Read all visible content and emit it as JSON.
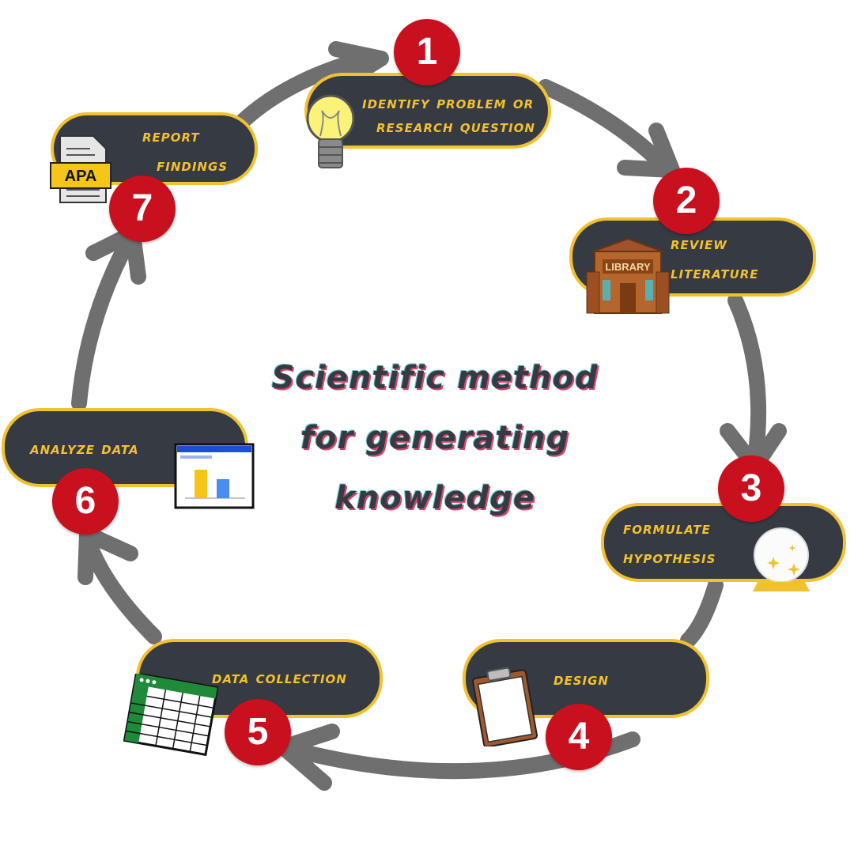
{
  "title_lines": [
    "Scientific method",
    "for generating",
    "knowledge"
  ],
  "steps": [
    {
      "number": "1",
      "label_lines": [
        "identify problem or",
        "Research question"
      ],
      "icon": "lightbulb-icon"
    },
    {
      "number": "2",
      "label_lines": [
        "Review",
        "literature"
      ],
      "icon": "library-icon"
    },
    {
      "number": "3",
      "label_lines": [
        "Formulate",
        "Hypothesis"
      ],
      "icon": "crystal-ball-icon"
    },
    {
      "number": "4",
      "label_lines": [
        "design"
      ],
      "icon": "clipboard-icon"
    },
    {
      "number": "5",
      "label_lines": [
        "data collection"
      ],
      "icon": "spreadsheet-icon"
    },
    {
      "number": "6",
      "label_lines": [
        "analyze data"
      ],
      "icon": "bar-chart-icon"
    },
    {
      "number": "7",
      "label_lines": [
        "report",
        "findings"
      ],
      "icon": "apa-document-icon"
    }
  ],
  "icon_text": {
    "library": "LIBRARY",
    "apa": "APA"
  },
  "colors": {
    "pill": "#363a43",
    "accent": "#f2c12e",
    "badge": "#c8101e",
    "arrow": "#6f6f6f"
  }
}
